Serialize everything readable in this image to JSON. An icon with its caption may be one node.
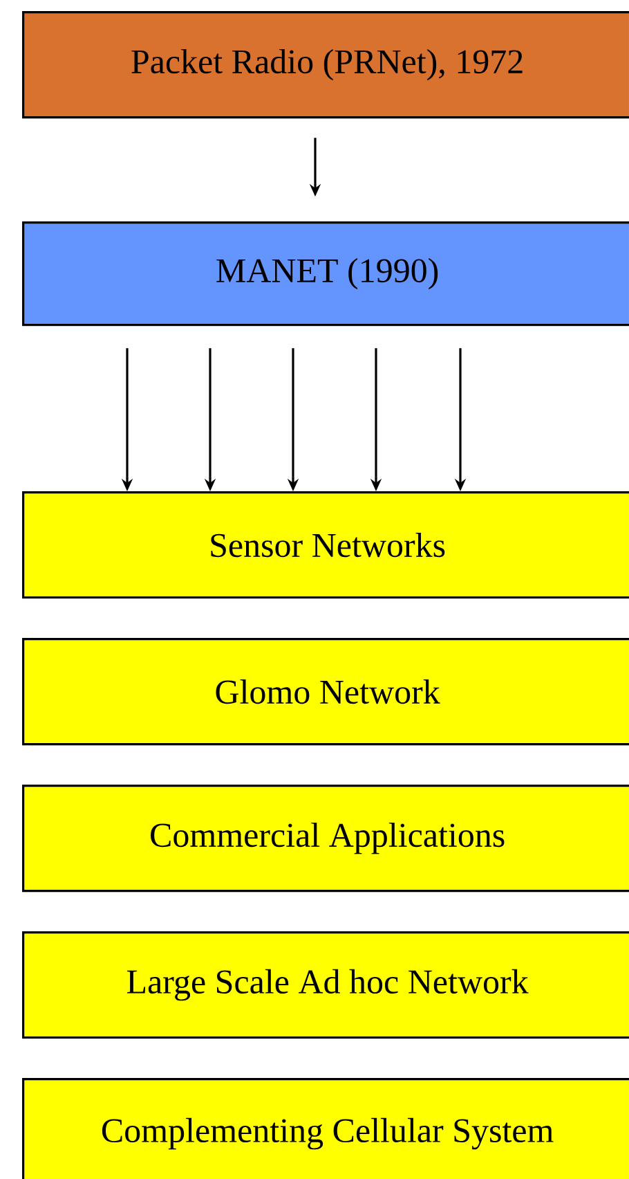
{
  "diagram": {
    "nodes": [
      {
        "text": [
          "Packet Radio (PRNet), 1972"
        ]
      },
      {
        "text": [
          "MANET (1990)"
        ]
      },
      {
        "text": [
          "Sensor Networks"
        ]
      },
      {
        "text": [
          "Glomo Network"
        ]
      },
      {
        "text": [
          "Commercial  Applications"
        ]
      },
      {
        "text": [
          "Large Scale Ad hoc Network"
        ]
      },
      {
        "text": [
          "Complementing Cellular System"
        ]
      }
    ],
    "edges": [
      {
        "from": 0,
        "to": 1,
        "arrow": "to"
      },
      {
        "from": 1,
        "to": 2,
        "arrow": "to"
      },
      {
        "from": 1,
        "to": 2,
        "arrow": "to"
      },
      {
        "from": 1,
        "to": 2,
        "arrow": "to"
      },
      {
        "from": 1,
        "to": 2,
        "arrow": "to"
      },
      {
        "from": 1,
        "to": 2,
        "arrow": "to"
      }
    ]
  }
}
